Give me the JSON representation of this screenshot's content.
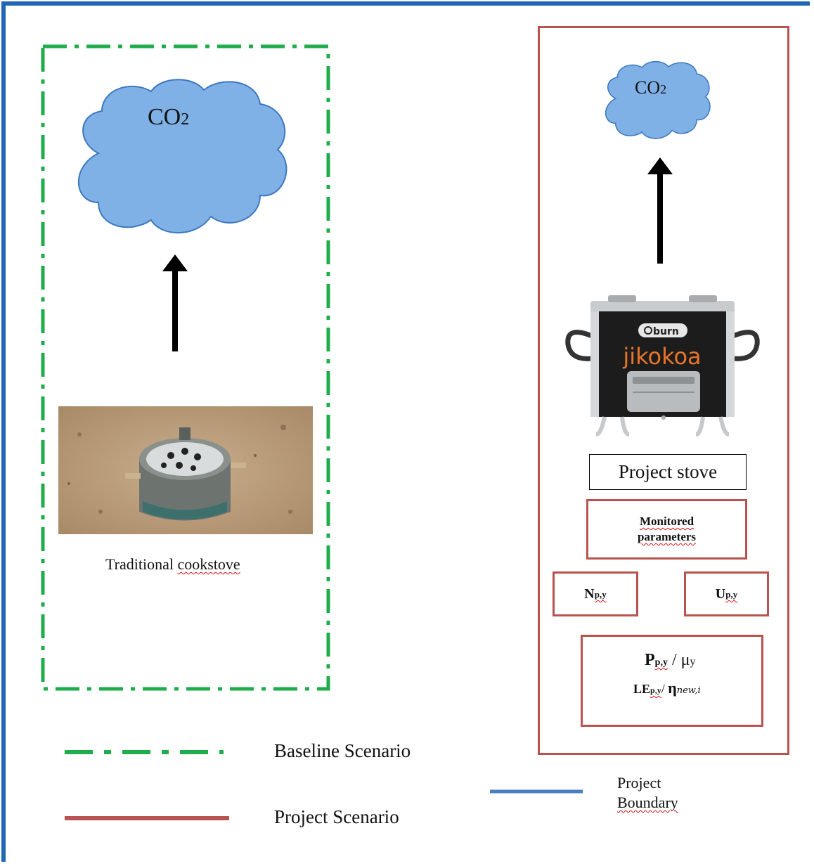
{
  "baseline": {
    "cloud_label_main": "CO",
    "cloud_label_sub": "2",
    "stove_caption_prefix": "Traditional ",
    "stove_caption_word": "cookstove"
  },
  "project": {
    "cloud_label_main": "CO",
    "cloud_label_sub": "2",
    "stove_brand": "burn",
    "stove_model": "jikokoa",
    "stove_box_label": "Project stove",
    "monitored_label_line1": "Monitored",
    "monitored_label_line2": "parameters",
    "n_main": "N",
    "n_sub": "p,y",
    "u_main": "U",
    "u_sub": "p,y",
    "p_main": "P",
    "p_sub": "p,y",
    "p_sep": " / ",
    "mu": "μ",
    "mu_sub": "y",
    "le_main": "LE",
    "le_sub": "p,y",
    "le_sep": "/ ",
    "eta": "η",
    "eta_sub": "new,i"
  },
  "legend": {
    "baseline_label": "Baseline Scenario",
    "project_label": "Project Scenario",
    "boundary_line1": "Project",
    "boundary_line2": "Boundary"
  },
  "colors": {
    "frame_blue": "#1f66b7",
    "baseline_green": "#1fad4b",
    "project_red": "#b9534f",
    "cloud_fill": "#7fb1e6",
    "cloud_stroke": "#3d78c0",
    "boundary_line": "#4a7fc4"
  }
}
